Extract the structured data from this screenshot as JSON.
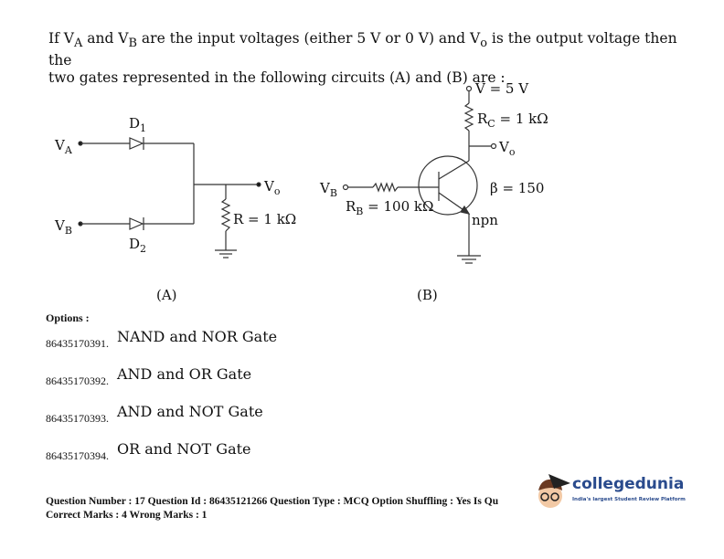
{
  "question": {
    "line1_parts": [
      "If V",
      "A",
      " and V",
      "B",
      " are the input voltages (either 5 V or 0 V) and V",
      "o",
      " is the output voltage then the"
    ],
    "line2": "two gates represented in the following circuits (A) and (B) are :"
  },
  "circuit_a": {
    "va": "V",
    "va_sub": "A",
    "vb": "V",
    "vb_sub": "B",
    "d1": "D",
    "d1_sub": "1",
    "d2": "D",
    "d2_sub": "2",
    "vo": "V",
    "vo_sub": "o",
    "r": "R = 1 kΩ",
    "caption": "(A)"
  },
  "circuit_b": {
    "v": "V = 5 V",
    "rc": "R",
    "rc_sub": "C",
    "rc_val": " = 1 kΩ",
    "vo": "V",
    "vo_sub": "o",
    "vb": "V",
    "vb_sub": "B",
    "rb": "R",
    "rb_sub": "B",
    "rb_val": " = 100 kΩ",
    "beta": "β = 150",
    "type": "npn",
    "caption": "(B)"
  },
  "options_label": "Options :",
  "options": [
    {
      "id": "86435170391.",
      "text": "NAND and NOR Gate"
    },
    {
      "id": "86435170392.",
      "text": "AND and OR Gate"
    },
    {
      "id": "86435170393.",
      "text": "AND and NOT Gate"
    },
    {
      "id": "86435170394.",
      "text": "OR and NOT Gate"
    }
  ],
  "meta": {
    "line1": "Question Number : 17 Question Id : 86435121266 Question Type : MCQ Option Shuffling : Yes Is Qu",
    "line2": "Correct Marks : 4 Wrong Marks : 1"
  },
  "logo": {
    "name": "collegedunia",
    "tagline": "India's largest Student Review Platform",
    "color": "#2a4b8d"
  }
}
